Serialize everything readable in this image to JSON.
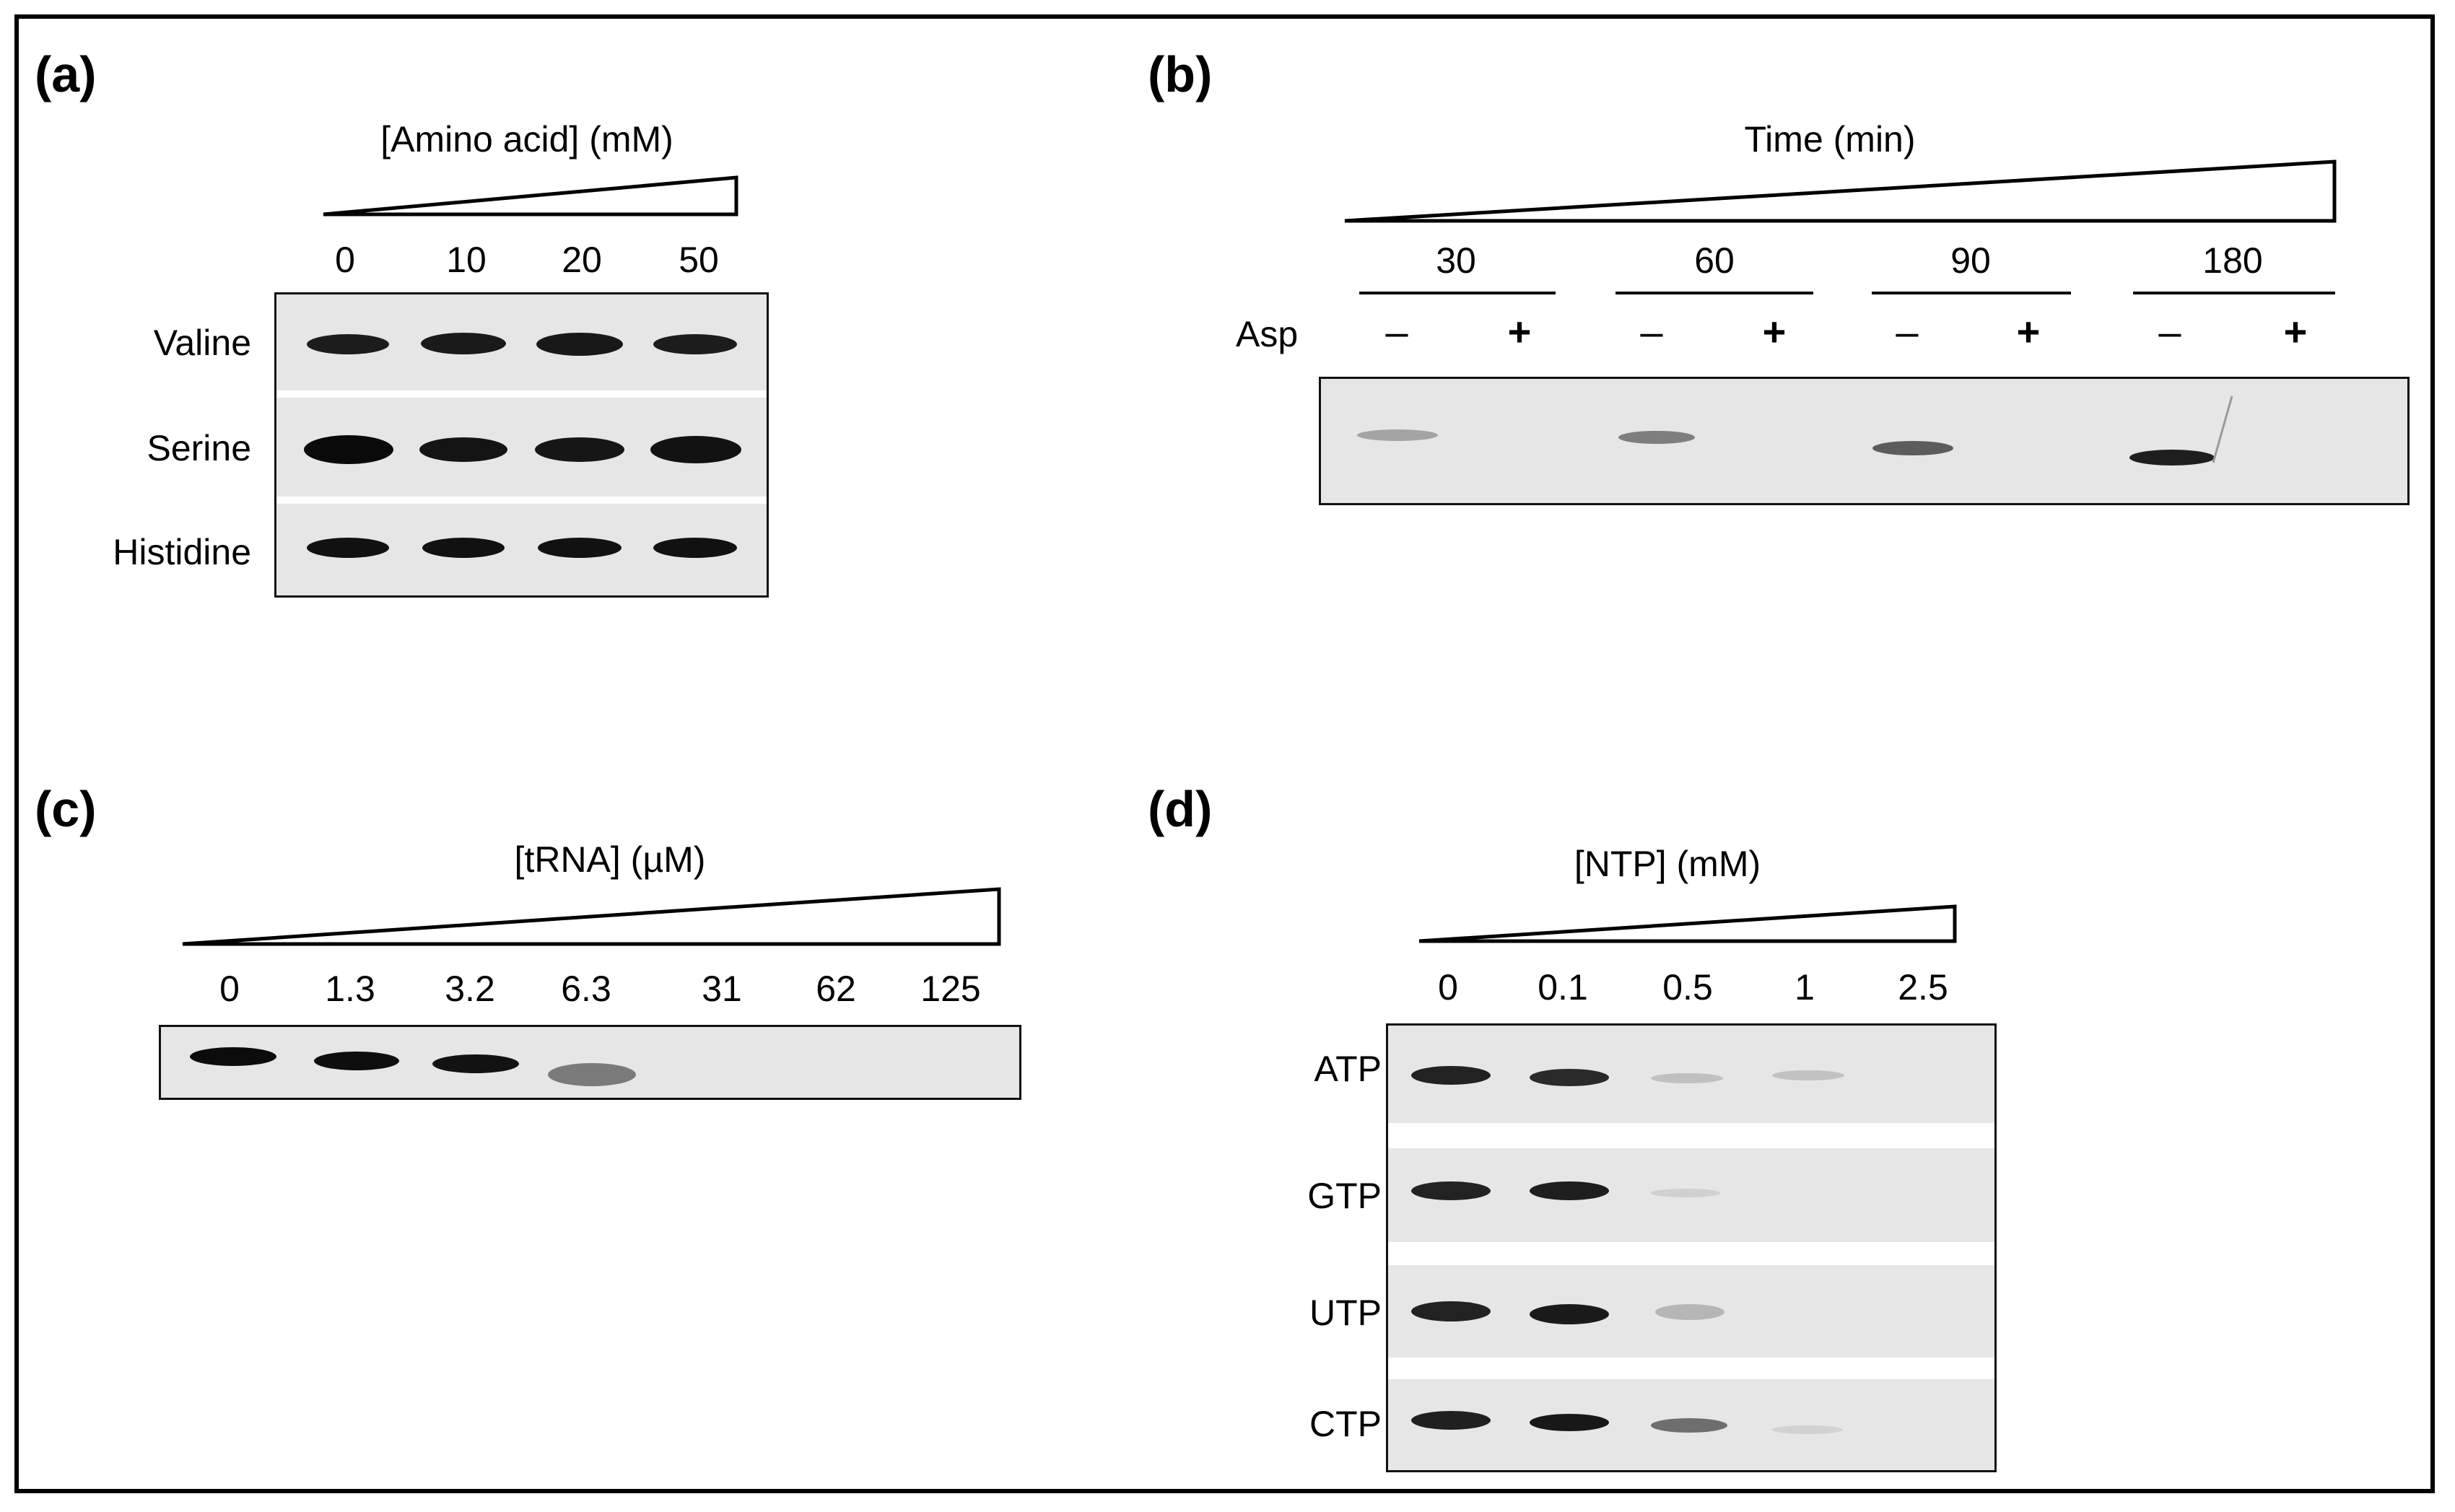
{
  "panels": {
    "a": {
      "letter": "(a)",
      "title": "[Amino acid] (mM)",
      "concentrations": [
        "0",
        "10",
        "20",
        "50"
      ],
      "rows": [
        "Valine",
        "Serine",
        "Histidine"
      ]
    },
    "b": {
      "letter": "(b)",
      "title": "Time (min)",
      "times": [
        "30",
        "60",
        "90",
        "180"
      ],
      "row_label": "Asp",
      "minus": "–",
      "plus": "+"
    },
    "c": {
      "letter": "(c)",
      "title": "[tRNA] (µM)",
      "concentrations": [
        "0",
        "1.3",
        "3.2",
        "6.3",
        "31",
        "62",
        "125"
      ]
    },
    "d": {
      "letter": "(d)",
      "title": "[NTP] (mM)",
      "concentrations": [
        "0",
        "0.1",
        "0.5",
        "1",
        "2.5"
      ],
      "rows": [
        "ATP",
        "GTP",
        "UTP",
        "CTP"
      ]
    }
  }
}
